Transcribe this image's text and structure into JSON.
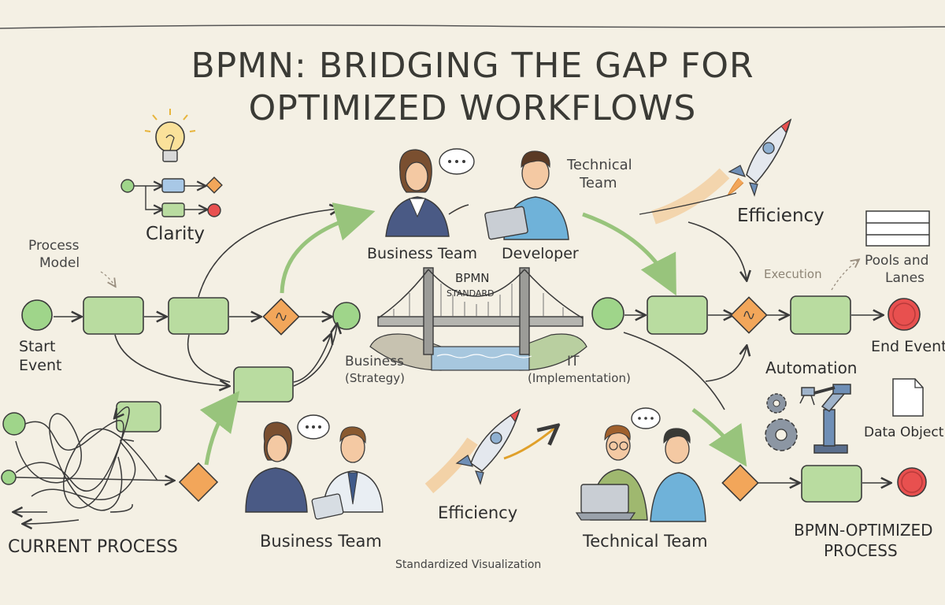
{
  "title_line1": "BPMN: BRIDGING THE GAP FOR",
  "title_line2": "OPTIMIZED WORKFLOWS",
  "labels": {
    "clarity": "Clarity",
    "process_model_1": "Process",
    "process_model_2": "Model",
    "start_event_1": "Start",
    "start_event_2": "Event",
    "current_process": "CURRENT PROCESS",
    "business_team_top": "Business Team",
    "developer": "Developer",
    "technical_team_top_1": "Technical",
    "technical_team_top_2": "Team",
    "bpmn": "BPMN",
    "standard": "STANDARD",
    "business": "Business",
    "strategy": "(Strategy)",
    "it": "IT",
    "implementation": "(Implementation)",
    "efficiency_top": "Efficiency",
    "efficiency_bottom": "Efficiency",
    "execution": "Execution",
    "pools_lanes_1": "Pools and",
    "pools_lanes_2": "Lanes",
    "end_event": "End Event",
    "automation": "Automation",
    "data_object": "Data Object",
    "business_team_bottom": "Business Team",
    "technical_team_bottom": "Technical Team",
    "optimized_1": "BPMN-OPTIMIZED",
    "optimized_2": "PROCESS",
    "standardized_visualization": "Standardized Visualization"
  },
  "colors": {
    "start_green": "#9fd58a",
    "task_green": "#b9dca0",
    "gateway_orange": "#f2a65a",
    "end_red": "#e8504f",
    "arrow_green": "#98c47c",
    "stroke": "#3a3a3a",
    "background": "#f4f0e4"
  },
  "icons": [
    "lightbulb-icon",
    "rocket-icon",
    "bridge-icon",
    "gear-icon",
    "robot-arm-icon",
    "document-icon",
    "laptop-icon",
    "speech-bubble-icon",
    "pools-lanes-icon"
  ]
}
